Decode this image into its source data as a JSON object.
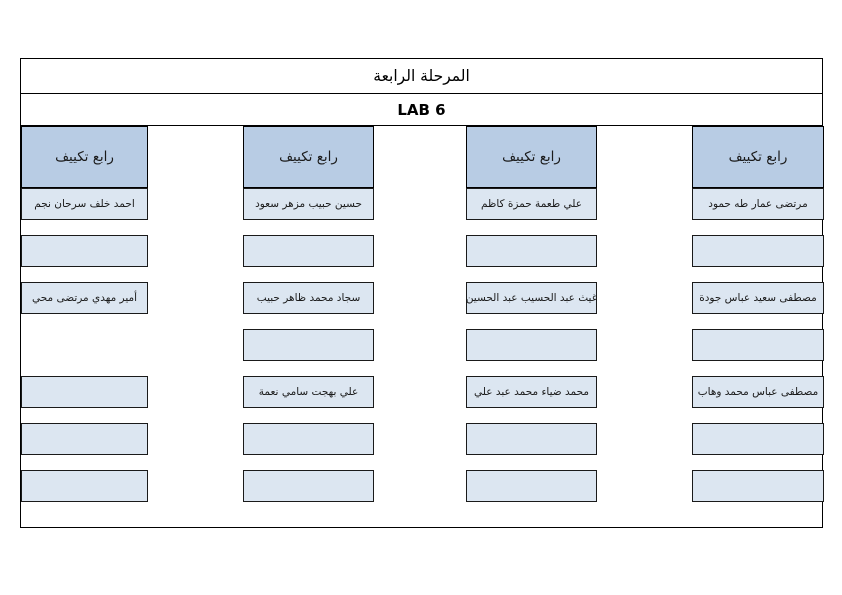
{
  "document": {
    "title_stage": "المرحلة الرابعة",
    "title_lab": "LAB 6",
    "colors": {
      "header_fill": "#b8cce4",
      "cell_fill": "#dce6f1",
      "border": "#000000",
      "text": "#1a1a1a",
      "page_background": "#ffffff"
    }
  },
  "columns": [
    {
      "header": "رابع تكييف",
      "cells": [
        "مرتضى عمار طه حمود",
        "",
        "مصطفى سعيد عباس جودة",
        "",
        "مصطفى عباس محمد وهاب",
        "",
        ""
      ],
      "present": [
        true,
        true,
        true,
        true,
        true,
        true,
        true
      ]
    },
    {
      "header": "رابع تكييف",
      "cells": [
        "علي طعمة حمزة كاظم",
        "",
        "غيث عبد الحسيب عبد الحسين",
        "",
        "محمد ضياء محمد عبد علي",
        "",
        ""
      ],
      "present": [
        true,
        true,
        true,
        true,
        true,
        true,
        true
      ]
    },
    {
      "header": "رابع تكييف",
      "cells": [
        "حسين حبيب مزهر سعود",
        "",
        "سجاد محمد ظاهر حبيب",
        "",
        "علي بهجت سامي نعمة",
        "",
        ""
      ],
      "present": [
        true,
        true,
        true,
        true,
        true,
        true,
        true
      ]
    },
    {
      "header": "رابع تكييف",
      "cells": [
        "احمد خلف سرحان نجم",
        "",
        "أمير مهدي مرتضى محي",
        "",
        "",
        "",
        ""
      ],
      "present": [
        true,
        true,
        true,
        false,
        true,
        true,
        true
      ]
    }
  ]
}
